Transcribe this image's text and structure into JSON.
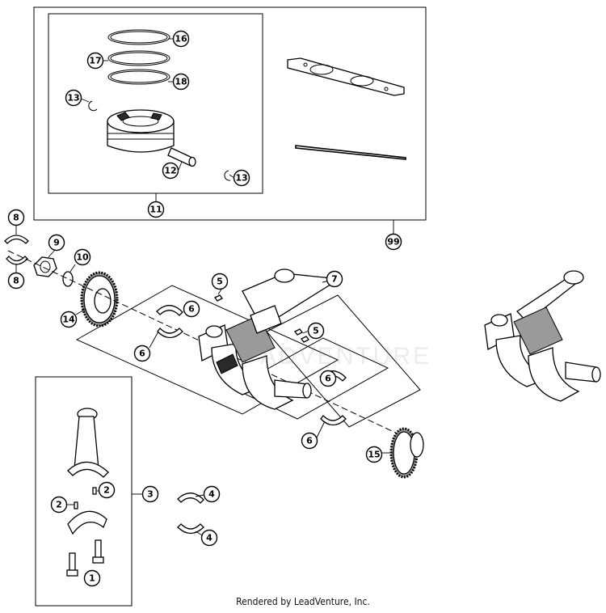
{
  "diagram": {
    "callouts": [
      {
        "id": "c16",
        "label": "16"
      },
      {
        "id": "c17",
        "label": "17"
      },
      {
        "id": "c18",
        "label": "18"
      },
      {
        "id": "c13a",
        "label": "13"
      },
      {
        "id": "c12",
        "label": "12"
      },
      {
        "id": "c13b",
        "label": "13"
      },
      {
        "id": "c11",
        "label": "11"
      },
      {
        "id": "c99",
        "label": "99"
      },
      {
        "id": "c8a",
        "label": "8"
      },
      {
        "id": "c8b",
        "label": "8"
      },
      {
        "id": "c9",
        "label": "9"
      },
      {
        "id": "c10",
        "label": "10"
      },
      {
        "id": "c14",
        "label": "14"
      },
      {
        "id": "c5a",
        "label": "5"
      },
      {
        "id": "c7",
        "label": "7"
      },
      {
        "id": "c6a",
        "label": "6"
      },
      {
        "id": "c5b",
        "label": "5"
      },
      {
        "id": "c6b",
        "label": "6"
      },
      {
        "id": "c6c",
        "label": "6"
      },
      {
        "id": "c6d",
        "label": "6"
      },
      {
        "id": "c15",
        "label": "15"
      },
      {
        "id": "c2a",
        "label": "2"
      },
      {
        "id": "c3",
        "label": "3"
      },
      {
        "id": "c4a",
        "label": "4"
      },
      {
        "id": "c2b",
        "label": "2"
      },
      {
        "id": "c4b",
        "label": "4"
      },
      {
        "id": "c1",
        "label": "1"
      }
    ]
  },
  "watermark": "ADVENTURE",
  "footer": "Rendered by LeadVenture, Inc."
}
